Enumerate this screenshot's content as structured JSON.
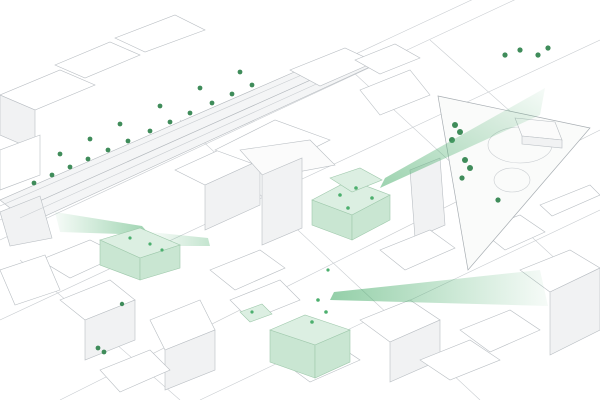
{
  "diagram": {
    "kind": "axonometric urban illustration",
    "palette": {
      "background": "#ffffff",
      "line": "#b9bec3",
      "green_highlight": "#4caf6e",
      "green_light": "#dcefe2",
      "tree": "#3f8c5a"
    },
    "view_cones": 4,
    "highlighted_green_clusters": 4
  }
}
